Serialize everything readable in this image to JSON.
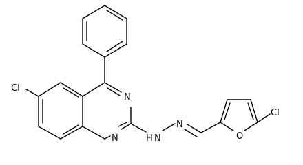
{
  "structure": {
    "atom_labels": [
      {
        "id": "cl1",
        "text": "Cl"
      },
      {
        "id": "n3",
        "text": "N"
      },
      {
        "id": "n1",
        "text": "N"
      },
      {
        "id": "nh",
        "text": "H"
      },
      {
        "id": "nh2",
        "text": "N"
      },
      {
        "id": "n_imine",
        "text": "N"
      },
      {
        "id": "o_furan",
        "text": "O"
      },
      {
        "id": "cl2",
        "text": "Cl"
      }
    ]
  }
}
